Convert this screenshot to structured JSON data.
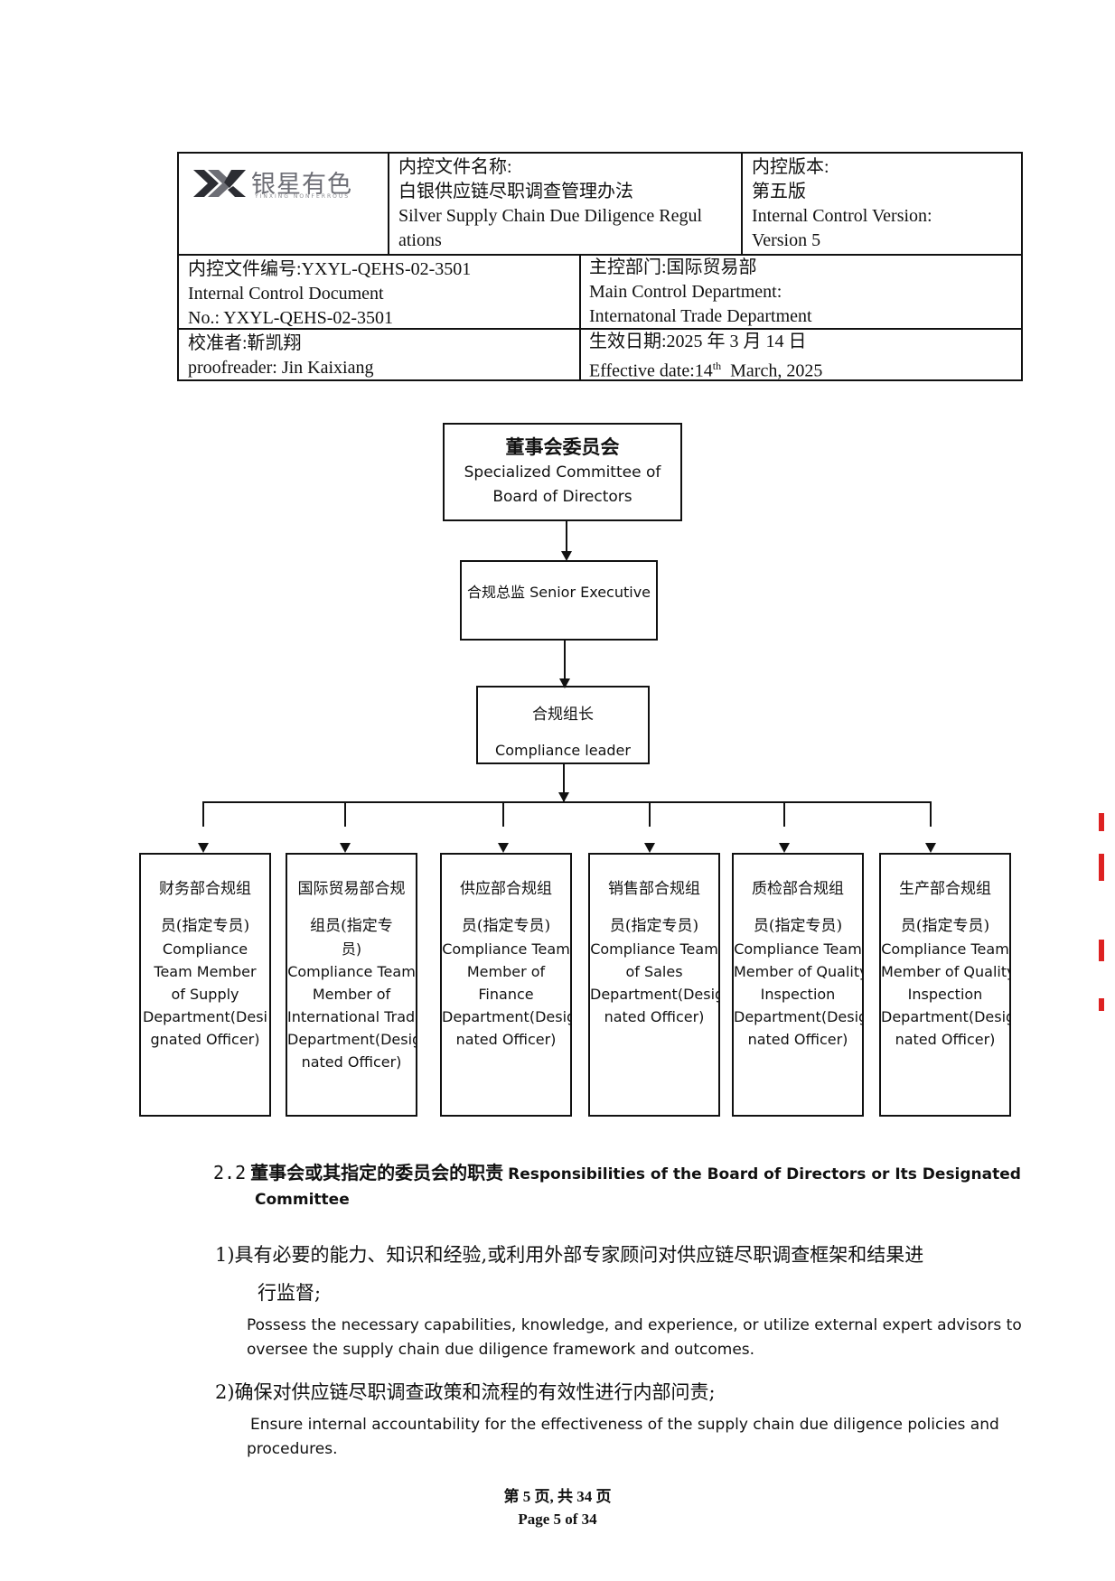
{
  "header": {
    "logo_text": "银星有色",
    "logo_sub": "YINXING NONFERROUS",
    "doc_name_label": "内控文件名称:",
    "doc_name_cn": "白银供应链尽职调查管理办法",
    "doc_name_en_1": "Silver Supply Chain Due Diligence Regul",
    "doc_name_en_2": "ations",
    "version_label": "内控版本:",
    "version_cn": "第五版",
    "version_en_1": "Internal Control Version:",
    "version_en_2": "Version 5",
    "doc_no_cn": "内控文件编号:YXYL-QEHS-02-3501",
    "doc_no_en_1": "Internal Control Document",
    "doc_no_en_2": "No.: YXYL-QEHS-02-3501",
    "dept_cn": "主控部门:国际贸易部",
    "dept_en_1": "Main Control Department:",
    "dept_en_2": "Internatonal Trade Department",
    "proof_cn": "校准者:靳凯翔",
    "proof_en": "proofreader: Jin Kaixiang",
    "eff_cn": "生效日期:2025 年 3 月 14 日",
    "eff_en_a": "Effective date:14",
    "eff_en_sup": "th",
    "eff_en_b": "  March, 2025"
  },
  "org": {
    "top_cn": "董事会委员会",
    "top_en_1": "Specialized Committee of",
    "top_en_2": "Board of Directors",
    "senior": "合规总监 Senior Executive",
    "leader_cn": "合规组长",
    "leader_en": "Compliance leader",
    "leaves": [
      [
        "财务部合规组",
        "员(指定专员)",
        "Compliance",
        "Team Member",
        "of Supply",
        "Department(Desi",
        "gnated Officer)"
      ],
      [
        "国际贸易部合规",
        "组员(指定专",
        "员)",
        "Compliance Team",
        "Member of",
        "International Trade",
        "Department(Desig",
        "nated Officer)"
      ],
      [
        "供应部合规组",
        "员(指定专员)",
        "Compliance Team",
        "Member of",
        "Finance",
        "Department(Desig",
        "nated Officer)"
      ],
      [
        "销售部合规组",
        "员(指定专员)",
        "Compliance Team",
        "of Sales",
        "Department(Desig",
        "nated Officer)"
      ],
      [
        "质检部合规组",
        "员(指定专员)",
        "Compliance Team",
        "Member of Quality",
        "Inspection",
        "Department(Desig",
        "nated Officer)"
      ],
      [
        "生产部合规组",
        "员(指定专员)",
        "Compliance   Team",
        "Member of Quality",
        "Inspection",
        "Department(Desig",
        "nated Officer)"
      ]
    ]
  },
  "section": {
    "num": "2.2",
    "title_cn": "董事会或其指定的委员会的职责",
    "title_en_1": "Responsibilities of the Board of Directors or Its Designated",
    "title_en_2": "Committee",
    "item1_cn_1": "1)具有必要的能力、知识和经验,或利用外部专家顾问对供应链尽职调查框架和结果进",
    "item1_cn_2": "行监督;",
    "item1_en_1": "Possess the necessary capabilities, knowledge, and experience, or utilize external expert advisors to",
    "item1_en_2": "oversee the supply chain due diligence framework and outcomes.",
    "item2_cn": "2)确保对供应链尽职调查政策和流程的有效性进行内部问责;",
    "item2_en_1": "Ensure internal accountability for the effectiveness of the supply chain due diligence policies and",
    "item2_en_2": "procedures."
  },
  "footer": {
    "cn": "第 5 页, 共 34 页",
    "en": "Page 5  of 34"
  }
}
